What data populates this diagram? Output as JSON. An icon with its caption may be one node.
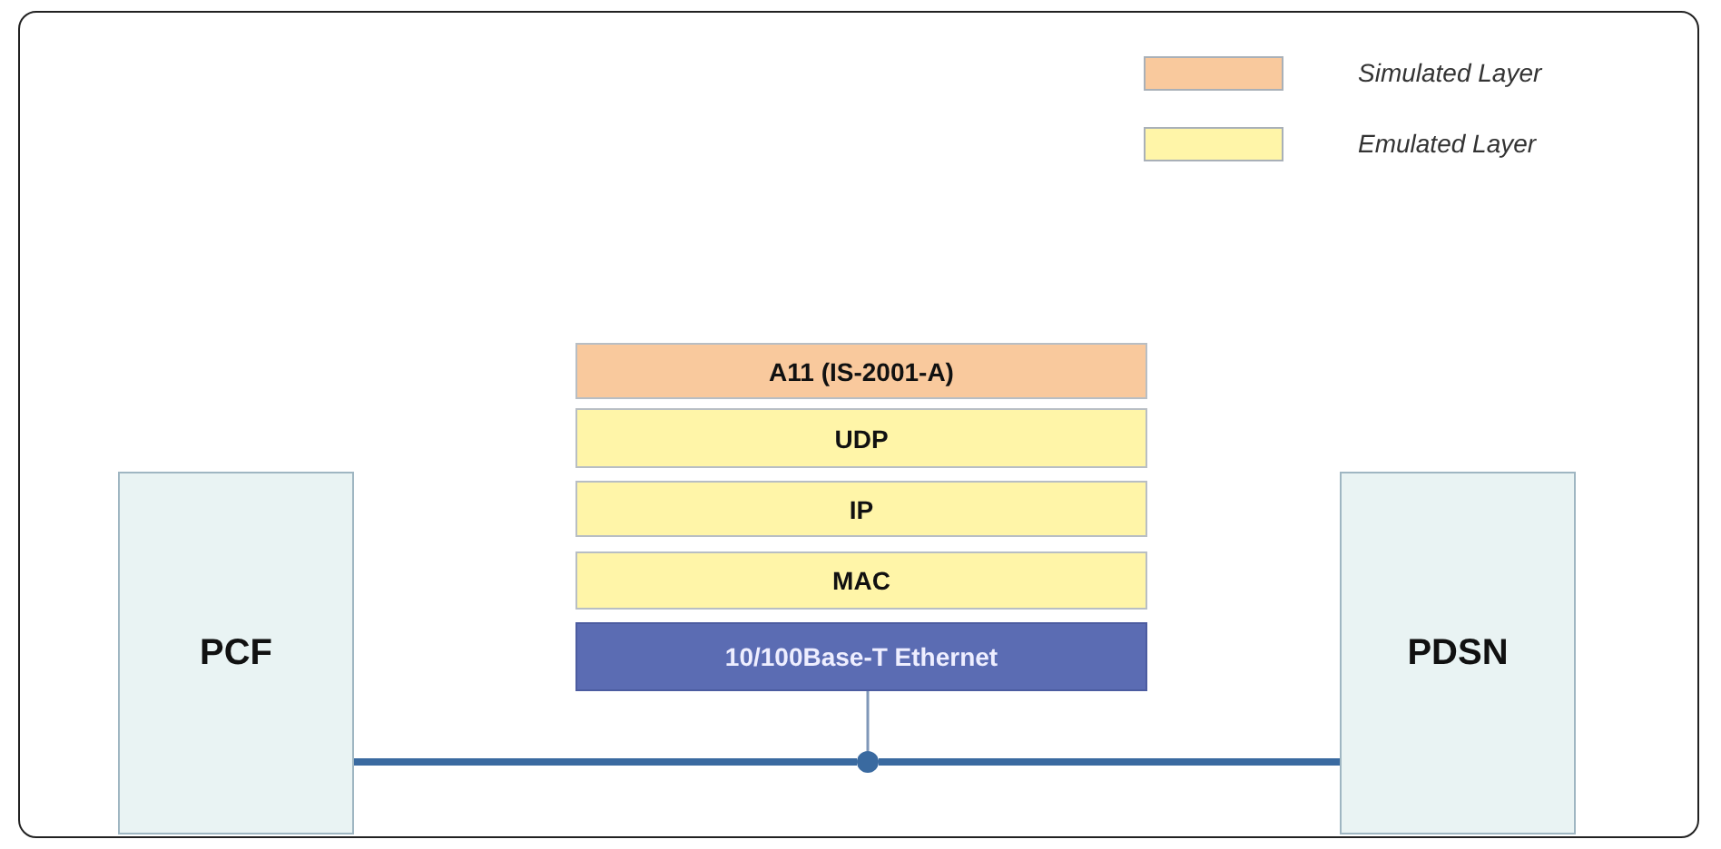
{
  "diagram": {
    "nodes": [
      {
        "text": [
          "PCF"
        ]
      },
      {
        "text": [
          "PDSN"
        ]
      },
      {
        "text": [
          "A11 (IS-2001-A)"
        ]
      },
      {
        "text": [
          "UDP"
        ]
      },
      {
        "text": [
          "IP"
        ]
      },
      {
        "text": [
          "MAC"
        ]
      },
      {
        "text": [
          "10/100Base-T Ethernet"
        ]
      },
      {
        "text": [],
        "shape": "circle"
      }
    ],
    "edges": [
      {
        "from": 0,
        "to": 7,
        "arrow": "none"
      },
      {
        "from": 7,
        "to": 1,
        "arrow": "none"
      },
      {
        "from": 6,
        "to": 7,
        "arrow": "none"
      }
    ],
    "legend": [
      {
        "text": "Simulated Layer",
        "color": "#f9c99d"
      },
      {
        "text": "Emulated Layer",
        "color": "#fff5a8"
      }
    ]
  }
}
